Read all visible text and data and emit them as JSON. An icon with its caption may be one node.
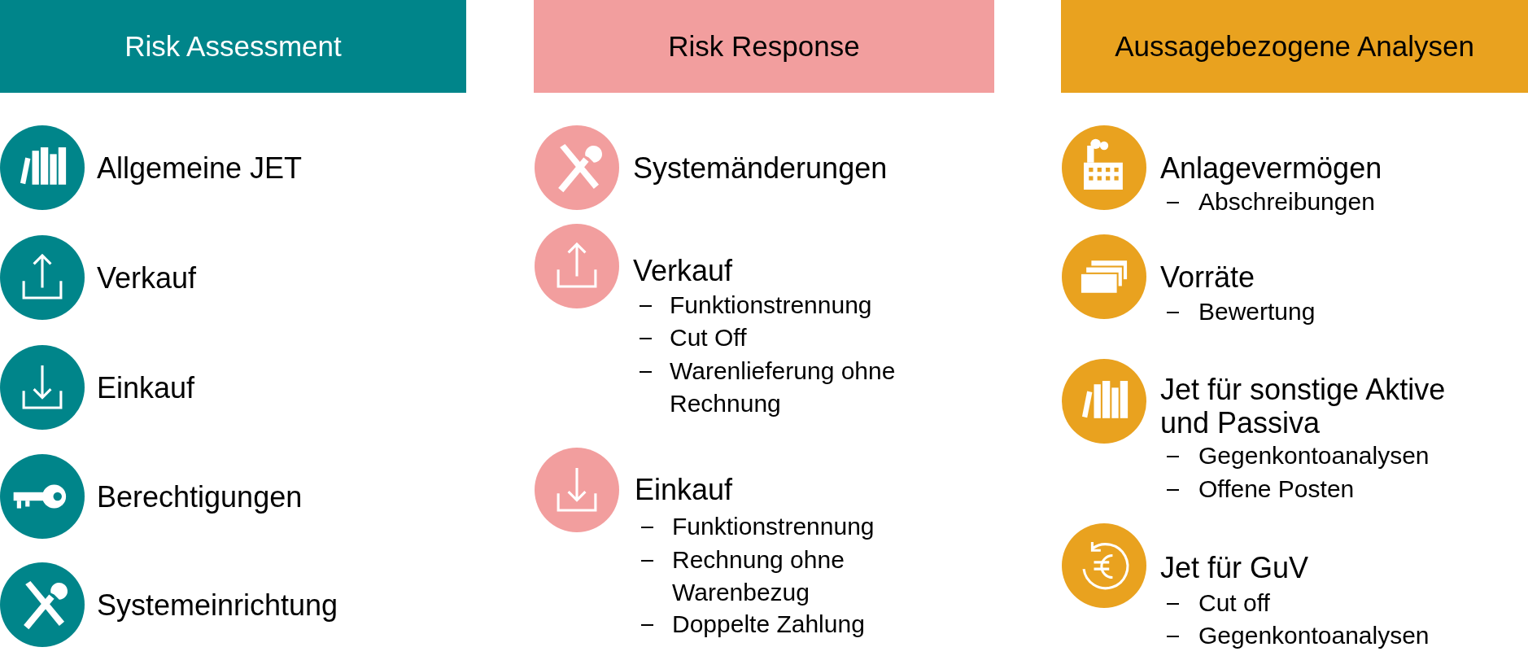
{
  "diagram": {
    "nodes": [
      {
        "text": [
          "Risk Assessment"
        ]
      },
      {
        "text": [
          "Risk Response"
        ]
      },
      {
        "text": [
          "Aussagebezogene Analysen"
        ]
      }
    ],
    "labels": [
      "Allgemeine JET",
      "Verkauf",
      "Einkauf",
      "Berechtigungen",
      "Systemeinrichtung",
      "Systemänderungen",
      "Verkauf",
      "Funktionstrennung",
      "Cut Off",
      "Warenlieferung ohne Rechnung",
      "Einkauf",
      "Funktionstrennung",
      "Rechnung ohne Warenbezug",
      "Doppelte Zahlung",
      "Anlagevermögen",
      "Abschreibungen",
      "Vorräte",
      "Bewertung",
      "Jet für sonstige Aktive und Passiva",
      "Gegenkontoanalysen",
      "Offene Posten",
      "Jet für GuV",
      "Cut off",
      "Gegenkontoanalysen"
    ]
  }
}
